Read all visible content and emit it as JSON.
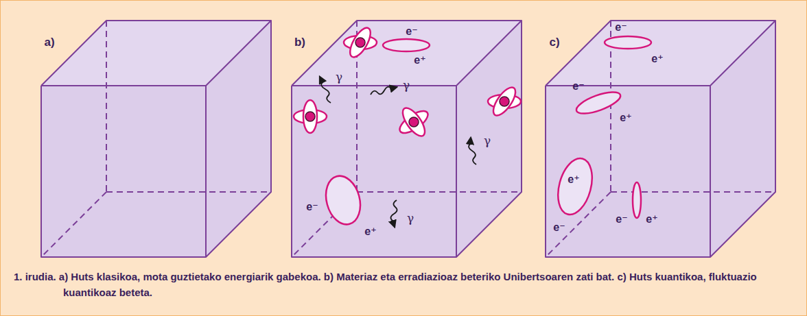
{
  "diagram": {
    "caption": "1. irudia. a) Huts klasikoa, mota guztietako energiarik gabekoa. b) Materiaz eta erradiazioaz beteriko Unibertsoaren zati bat. c) Huts kuantikoa, fluktuazio kuantikoaz beteta.",
    "labels": [
      "a)",
      "b)",
      "e⁻",
      "e⁺",
      "γ",
      "γ",
      "γ",
      "γ",
      "e⁻",
      "e⁺",
      "c)",
      "e⁻",
      "e⁺",
      "e⁻",
      "e⁺",
      "e⁺",
      "e⁻",
      "e⁻",
      "e⁺"
    ]
  }
}
